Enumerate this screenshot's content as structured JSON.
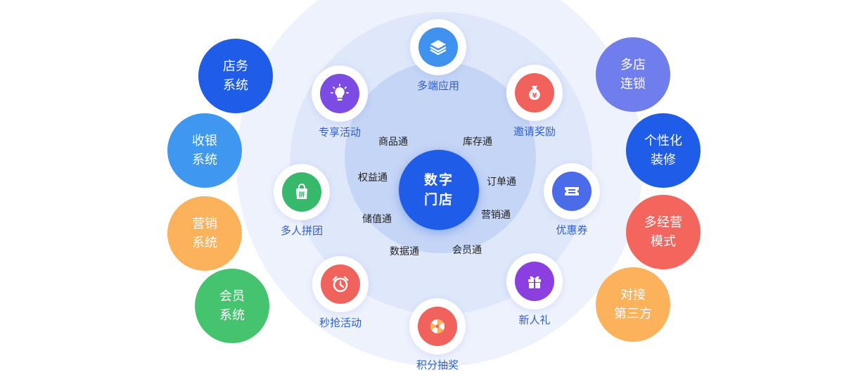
{
  "center": {
    "line1": "数字",
    "line2": "门店"
  },
  "inner_labels": [
    "商品通",
    "库存通",
    "权益通",
    "订单通",
    "储值通",
    "营销通",
    "数据通",
    "会员通"
  ],
  "modules": [
    {
      "label": "多端应用",
      "icon": "layers-icon",
      "color": "#3f93ef"
    },
    {
      "label": "邀请奖励",
      "icon": "money-bag-icon",
      "color": "#f2625c"
    },
    {
      "label": "优惠券",
      "icon": "coupon-icon",
      "color": "#4a6ce8"
    },
    {
      "label": "新人礼",
      "icon": "gift-icon",
      "color": "#8c3fe0"
    },
    {
      "label": "积分抽奖",
      "icon": "lottery-wheel-icon",
      "color": "#f2625c"
    },
    {
      "label": "秒抢活动",
      "icon": "alarm-clock-icon",
      "color": "#f2625c"
    },
    {
      "label": "多人拼团",
      "icon": "shopping-bag-icon",
      "color": "#36b96b"
    },
    {
      "label": "专享活动",
      "icon": "lightbulb-icon",
      "color": "#7b4be3"
    }
  ],
  "left_circles": [
    {
      "line1": "店务",
      "line2": "系统",
      "color": "#1f5ce8"
    },
    {
      "line1": "收银",
      "line2": "系统",
      "color": "#4097f0"
    },
    {
      "line1": "营销",
      "line2": "系统",
      "color": "#fcb15b"
    },
    {
      "line1": "会员",
      "line2": "系统",
      "color": "#46c36e"
    }
  ],
  "right_circles": [
    {
      "line1": "多店",
      "line2": "连锁",
      "color": "#6f7ded"
    },
    {
      "line1": "个性化",
      "line2": "装修",
      "color": "#1f5ce8"
    },
    {
      "line1": "多经营",
      "line2": "模式",
      "color": "#f4665d"
    },
    {
      "line1": "对接",
      "line2": "第三方",
      "color": "#fcb15b"
    }
  ]
}
